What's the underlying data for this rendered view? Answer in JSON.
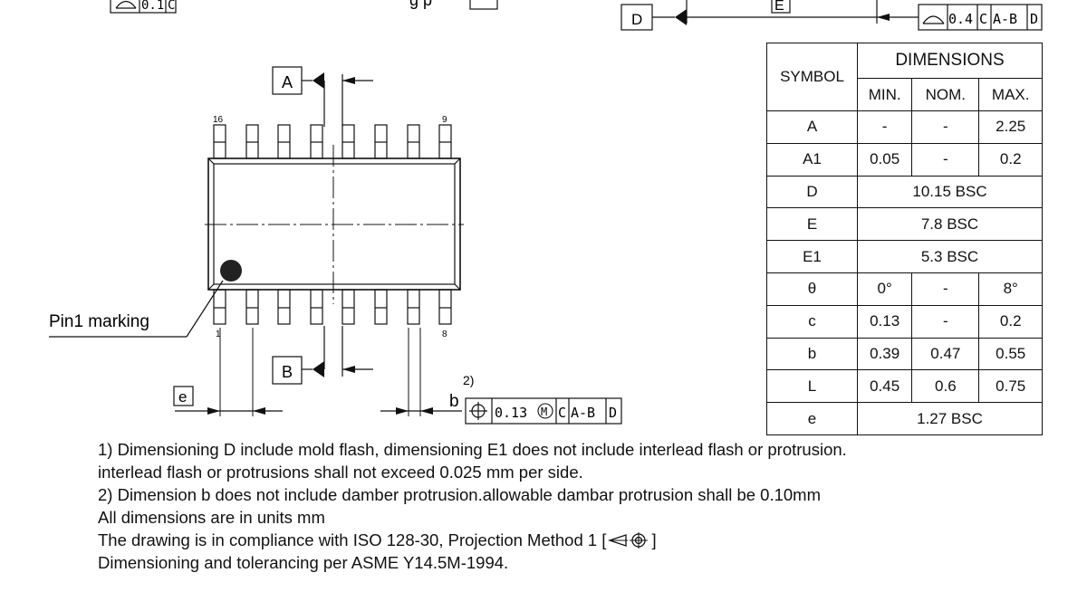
{
  "datum_labels": {
    "A": "A",
    "B": "B",
    "D": "D",
    "E": "E",
    "e": "e",
    "b": "b"
  },
  "pin_numbers": {
    "top_left": "16",
    "top_right": "9",
    "bottom_left": "1",
    "bottom_right": "8"
  },
  "pin1_label": "Pin1 marking",
  "partial_top_text": "g p",
  "tolerance_frames": {
    "top_left": {
      "value": "0.1",
      "datum": "C"
    },
    "profile": {
      "value": "0.4",
      "datums": [
        "C",
        "A-B",
        "D"
      ]
    },
    "position_b": {
      "note_ref": "2)",
      "value": "0.13",
      "modifier": "M",
      "datums": [
        "C",
        "A-B",
        "D"
      ]
    }
  },
  "table": {
    "symbol_header": "SYMBOL",
    "dimensions_header": "DIMENSIONS",
    "subheaders": [
      "MIN.",
      "NOM.",
      "MAX."
    ],
    "rows": [
      {
        "symbol": "A",
        "min": "-",
        "nom": "-",
        "max": "2.25"
      },
      {
        "symbol": "A1",
        "min": "0.05",
        "nom": "-",
        "max": "0.2"
      },
      {
        "symbol": "D",
        "span": "10.15 BSC"
      },
      {
        "symbol": "E",
        "span": "7.8 BSC"
      },
      {
        "symbol": "E1",
        "span": "5.3 BSC"
      },
      {
        "symbol": "θ",
        "min": "0°",
        "nom": "-",
        "max": "8°"
      },
      {
        "symbol": "c",
        "min": "0.13",
        "nom": "-",
        "max": "0.2"
      },
      {
        "symbol": "b",
        "min": "0.39",
        "nom": "0.47",
        "max": "0.55"
      },
      {
        "symbol": "L",
        "min": "0.45",
        "nom": "0.6",
        "max": "0.75"
      },
      {
        "symbol": "e",
        "span": "1.27 BSC"
      }
    ]
  },
  "notes": {
    "line1": "1) Dimensioning D include mold flash, dimensioning E1 does not include interlead flash or protrusion.",
    "line2": "interlead flash or protrusions shall not exceed 0.025 mm per side.",
    "line3": "2) Dimension b does not include damber protrusion.allowable dambar protrusion shall be 0.10mm",
    "line4": "All dimensions are in units mm",
    "line5_prefix": "The drawing is in compliance with ISO 128-30, Projection Method 1 [",
    "line5_suffix": "]",
    "line6": "Dimensioning and tolerancing per ASME Y14.5M-1994."
  }
}
